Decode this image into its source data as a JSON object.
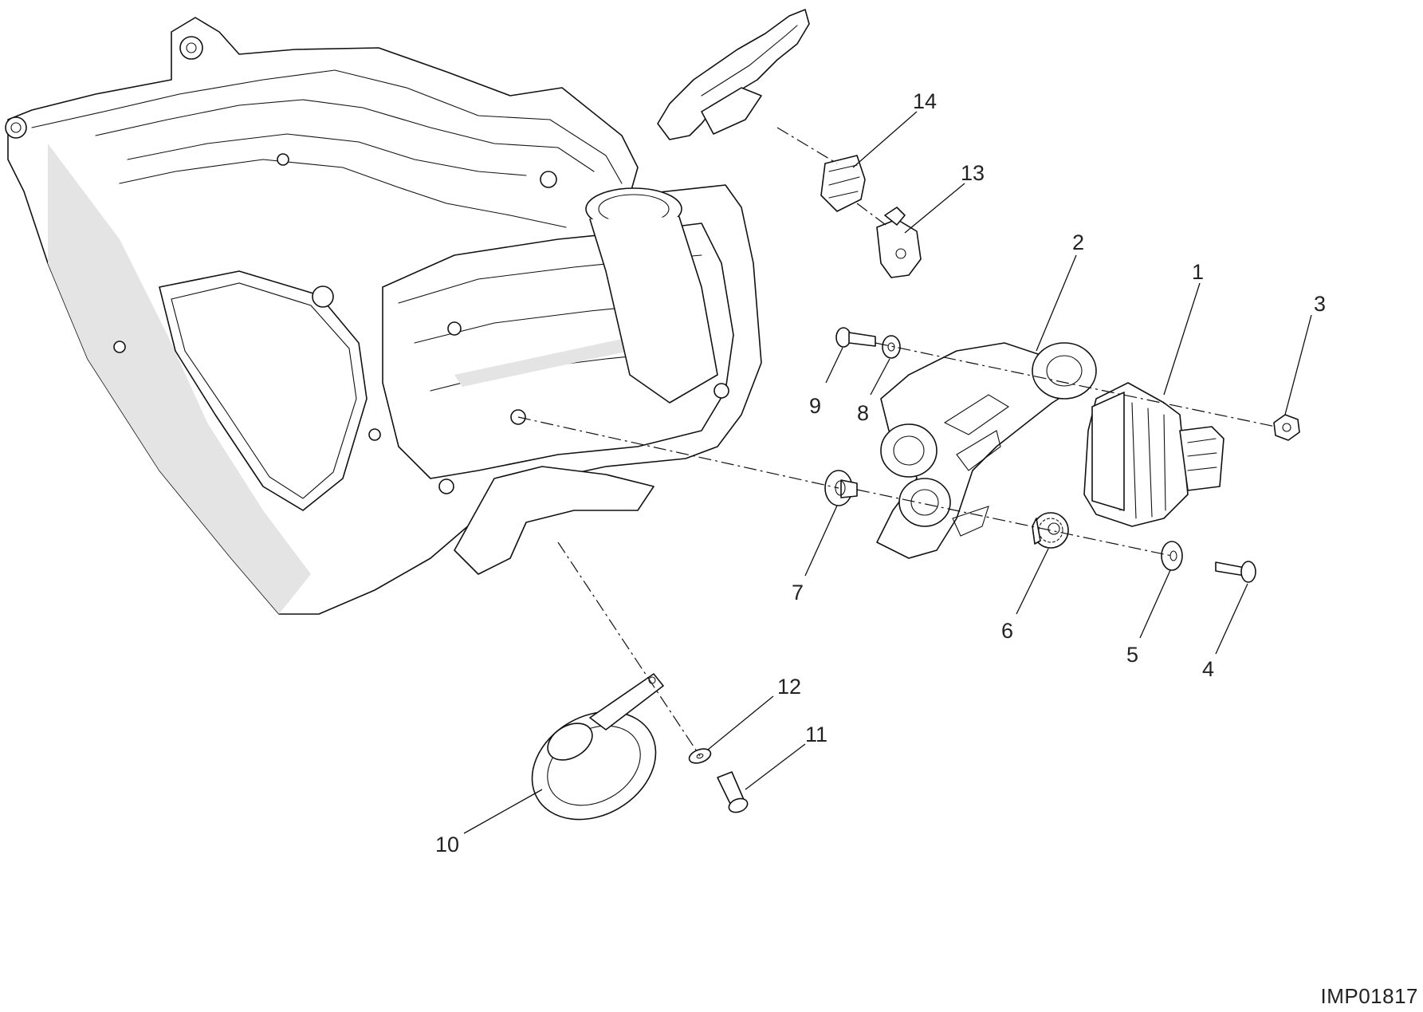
{
  "figure_code": "IMP01817",
  "callouts": {
    "c1": "1",
    "c2": "2",
    "c3": "3",
    "c4": "4",
    "c5": "5",
    "c6": "6",
    "c7": "7",
    "c8": "8",
    "c9": "9",
    "c10": "10",
    "c11": "11",
    "c12": "12",
    "c13": "13",
    "c14": "14"
  },
  "colors": {
    "line": "#111111",
    "background": "#ffffff",
    "shade": "#e4e4e4"
  }
}
